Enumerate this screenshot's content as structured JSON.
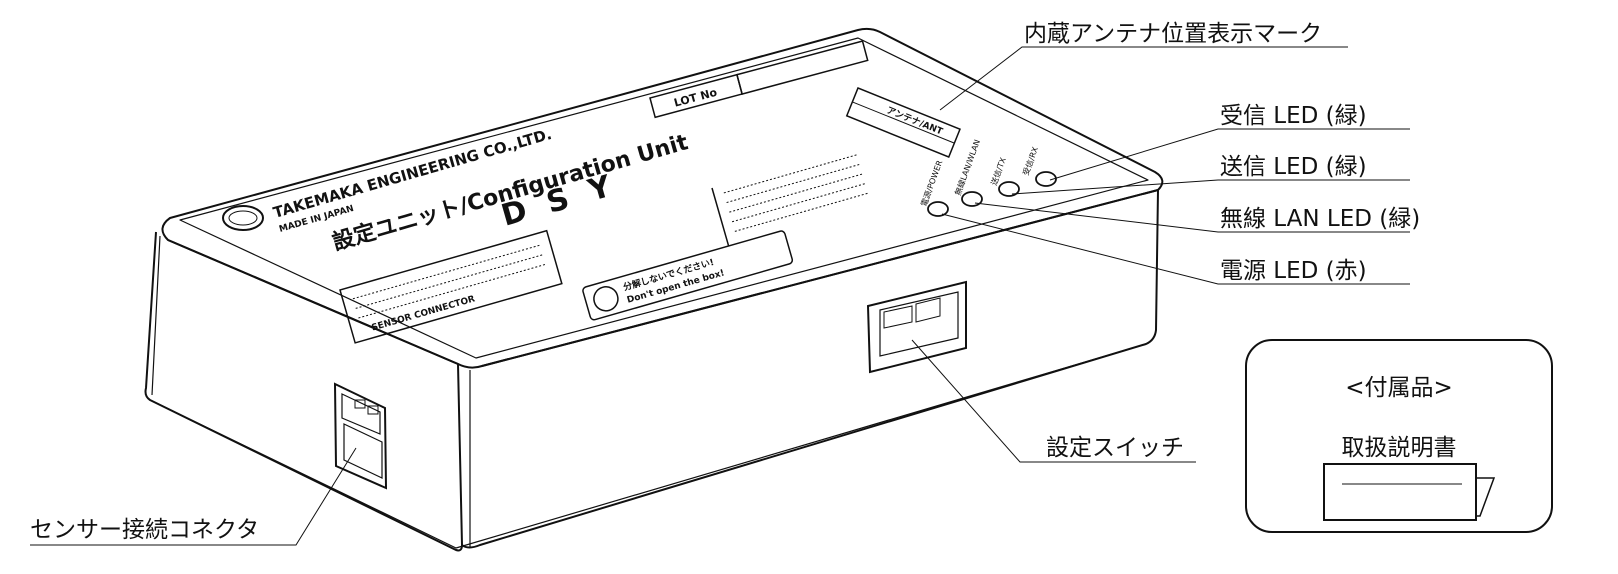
{
  "callouts": {
    "antenna_mark": "内蔵アンテナ位置表示マーク",
    "rx_led": "受信 LED (緑)",
    "tx_led": "送信 LED (緑)",
    "wlan_led": "無線 LAN LED (緑)",
    "power_led": "電源 LED (赤)",
    "setting_switch": "設定スイッチ",
    "sensor_connector": "センサー接続コネクタ"
  },
  "accessory_box": {
    "title": "<付属品>",
    "item": "取扱説明書"
  },
  "device_labels": {
    "brand": "TAKEMAKA ENGINEERING CO.,LTD.",
    "made_in": "MADE IN JAPAN",
    "unit_name": "設定ユニット/Configuration Unit",
    "model": "DSY",
    "lot_no": "LOT No",
    "antenna_tag": "アンテナ/ANT",
    "warning_line1": "分解しないでください!",
    "warning_line2": "Don't open the box!",
    "led_power": "電源/POWER",
    "led_wlan": "無線LAN/WLAN",
    "led_tx": "送信/TX",
    "led_rx": "受信/RX",
    "sensor_connector_label": "SENSOR CONNECTOR"
  }
}
